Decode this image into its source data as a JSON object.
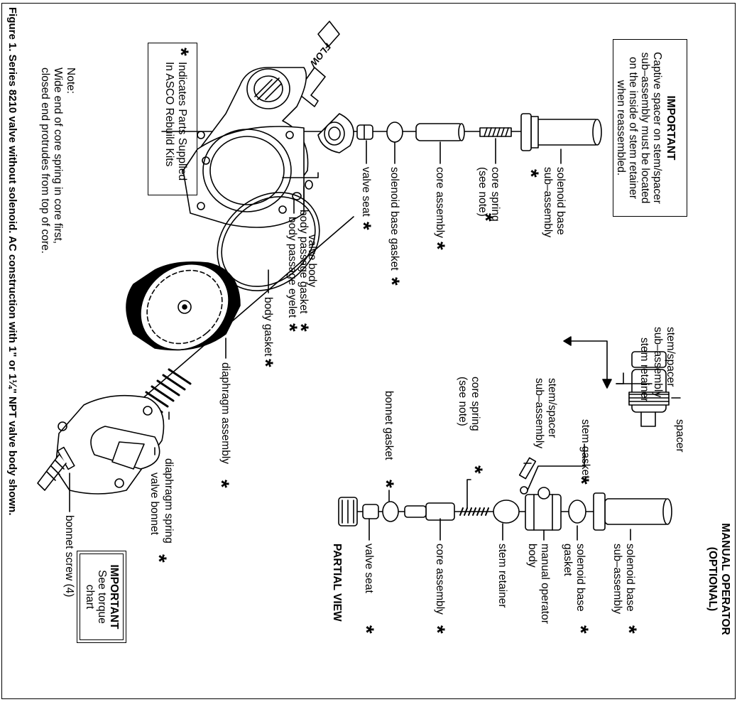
{
  "figure_caption": "Figure 1.  Series 8210 valve without solenoid. AC construction with 1\" or 1¼\" NPT valve body shown.",
  "important_note": {
    "heading": "IMPORTANT",
    "lines": [
      "Captive spacer on stem/spacer",
      "sub–assembly must be located",
      "on the inside of stem retainer",
      "when reassembled."
    ]
  },
  "torque_note": {
    "heading": "IMPORTANT",
    "lines": [
      "See torque",
      "chart"
    ]
  },
  "kit_legend": {
    "star": "*",
    "lines": [
      "Indicates Parts Supplied",
      "In ASCO Rebuild Kits"
    ]
  },
  "core_note": {
    "lines": [
      "Note:",
      "Wide end of core spring in core first,",
      "closed end protrudes from top of core."
    ]
  },
  "flow_label": "FLOW",
  "main_labels": {
    "solenoid_base": [
      "solenoid base",
      "sub–assembly"
    ],
    "core_spring": [
      "core spring",
      "(see note)"
    ],
    "core_assembly": "core assembly",
    "solenoid_base_gasket": "solenoid base gasket",
    "valve_seat": "valve seat",
    "valve_body": "valve body",
    "body_passage_gasket": "body passage gasket",
    "body_passage_eyelet": "body passage eyelet",
    "body_gasket": "body gasket",
    "diaphragm_assembly": "diaphragm assembly",
    "diaphragm_spring": "diaphragm spring",
    "valve_bonnet": "valve bonnet",
    "bonnet_screw": "bonnet screw (4)"
  },
  "manual_operator": {
    "title": [
      "MANUAL OPERATOR",
      "(OPTIONAL)"
    ],
    "stem_spacer_top": [
      "stem/spacer",
      "sub–assembly"
    ],
    "stem_retainer_top": "stem retainer",
    "spacer": "spacer",
    "stem_gasket": "stem gasket",
    "stem_spacer": [
      "stem/spacer",
      "sub–assembly"
    ],
    "core_spring": [
      "core spring",
      "(see note)"
    ],
    "bonnet_gasket": "bonnet gasket",
    "solenoid_base": [
      "solenoid base",
      "sub–assembly"
    ],
    "solenoid_base_gasket": [
      "solenoid base",
      "gasket"
    ],
    "manual_operator_body": [
      "manual operator",
      "body"
    ],
    "stem_retainer": "stem retainer",
    "core_assembly": "core assembly",
    "valve_seat": "valve seat",
    "partial_view": "PARTIAL VIEW"
  }
}
